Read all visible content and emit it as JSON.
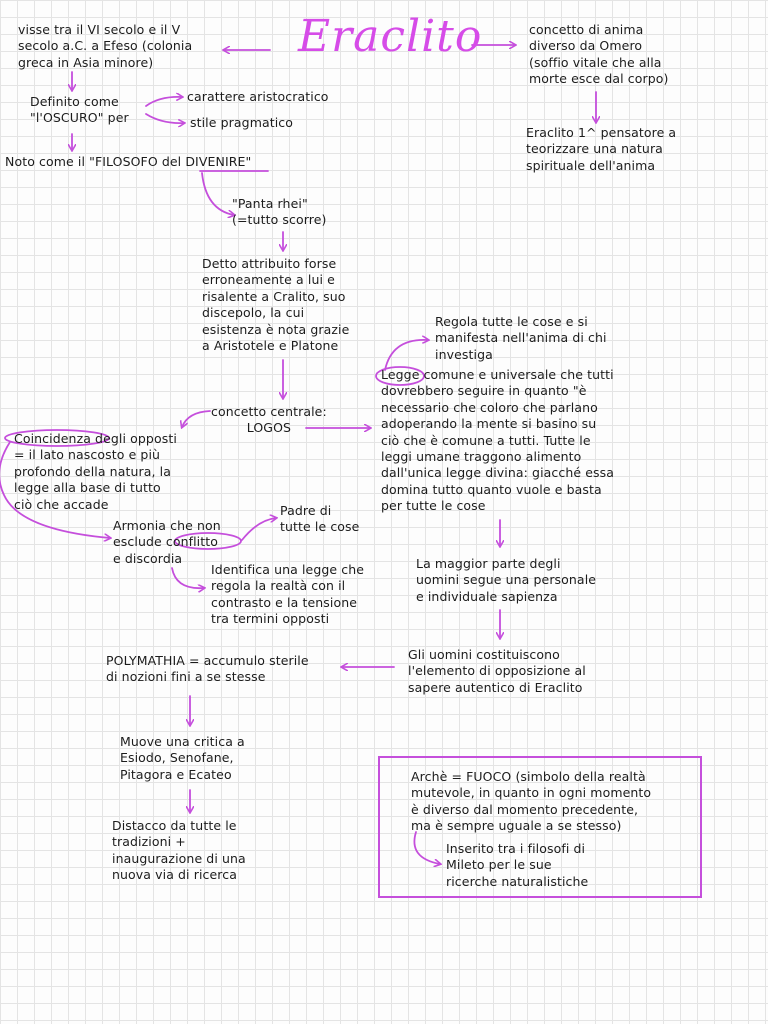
{
  "title": "Eraclito",
  "colors": {
    "accent": "#d64ce8",
    "ink": "#1c1c1c",
    "grid": "#e4e4e4"
  },
  "nodes": {
    "origin": "visse tra il VI secolo e il V\nsecolo a.C. a Efeso (colonia\ngreca in Asia minore)",
    "oscuro": "Definito come\n\"l'OSCURO\" per",
    "aristocratico": "carattere aristocratico",
    "pragmatico": "stile pragmatico",
    "divenire": "Noto come il \"FILOSOFO del DIVENIRE\"",
    "panta_rhei": "\"Panta rhei\"\n(=tutto scorre)",
    "attributo": "Detto attribuito forse\nerroneamente a lui e\nrisalente a Cralito, suo\ndiscepolo, la cui\nesistenza è nota grazie\na Aristotele e Platone",
    "concetto_centrale": "concetto centrale:\nLOGOS",
    "coincidenza": "Coincidenza degli opposti\n= il lato nascosto e più\nprofondo della natura, la\nlegge alla base di tutto\nciò che accade",
    "armonia": "Armonia che non\nesclude conflitto\ne discordia",
    "padre": "Padre di\ntutte le cose",
    "identifica": "Identifica una legge che\nregola la realtà con il\ncontrasto e la tensione\ntra termini opposti",
    "regola": "Regola tutte le cose e si\nmanifesta nell'anima di chi\ninvestiga",
    "legge": "Legge comune e universale che tutti\ndovrebbero seguire in quanto \"è\nnecessario che coloro che parlano\nadoperando la mente si basino su\nciò che è comune a tutti. Tutte le\nleggi umane traggono alimento\ndall'unica legge divina: giacché essa\ndomina tutto quanto vuole e basta\nper tutte le cose",
    "maggior_parte": "La maggior parte degli\nuomini segue una personale\ne individuale sapienza",
    "uomini": "Gli uomini costituiscono\nl'elemento di opposizione al\nsapere autentico di Eraclito",
    "polymathia": "POLYMATHIA = accumulo sterile\ndi nozioni fini a se stesse",
    "critica": "Muove una critica a\nEsiodo, Senofane,\nPitagora e Ecateo",
    "distacco": "Distacco da tutte le\ntradizioni +\ninaugurazione di una\nnuova via di ricerca",
    "anima": "concetto di anima\ndiverso da Omero\n(soffio vitale che alla\nmorte esce dal corpo)",
    "pensatore": "Eraclito 1^ pensatore a\nteorizzare una natura\nspirituale dell'anima",
    "arche": "Archè = FUOCO (simbolo della realtà\nmutevole, in quanto in ogni momento\nè diverso dal momento precedente,\nma è sempre uguale a se stesso)",
    "mileto": "Inserito tra i filosofi di\nMileto per le sue\nricerche naturalistiche"
  }
}
